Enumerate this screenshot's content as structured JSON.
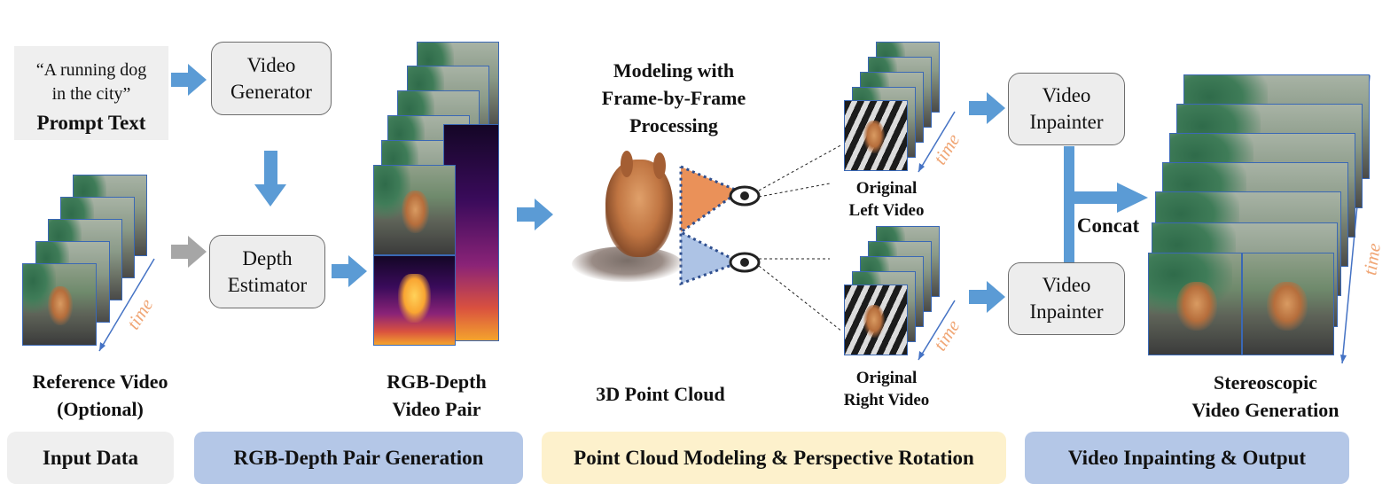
{
  "prompt": {
    "quote": "“A running dog\nin the city”",
    "label": "Prompt Text"
  },
  "boxes": {
    "video_generator": "Video\nGenerator",
    "depth_estimator": "Depth\nEstimator",
    "inpainter_top": "Video\nInpainter",
    "inpainter_bottom": "Video\nInpainter"
  },
  "captions": {
    "reference_video": "Reference Video\n(Optional)",
    "rgb_depth_pair": "RGB-Depth\nVideo Pair",
    "modeling": "Modeling with\nFrame-by-Frame\nProcessing",
    "point_cloud": "3D Point Cloud",
    "original_left": "Original\nLeft Video",
    "original_right": "Original\nRight Video",
    "concat": "Concat",
    "stereoscopic": "Stereoscopic\nVideo Generation"
  },
  "time_label": "time",
  "sections": [
    {
      "label": "Input Data",
      "color": "#efefef"
    },
    {
      "label": "RGB-Depth Pair Generation",
      "color": "#b4c7e7"
    },
    {
      "label": "Point Cloud Modeling & Perspective Rotation",
      "color": "#fdf1cc"
    },
    {
      "label": "Video Inpainting & Output",
      "color": "#b4c7e7"
    }
  ],
  "colors": {
    "arrow_blue": "#5b9bd5",
    "arrow_gray": "#a6a6a6",
    "frame_border": "#3a68b5",
    "time_orange": "#f0a675"
  }
}
